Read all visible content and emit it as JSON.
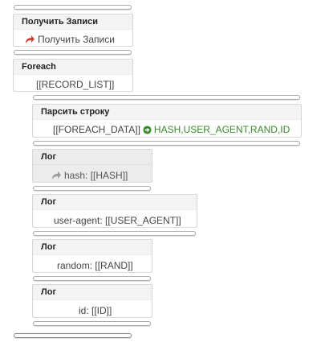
{
  "get_records": {
    "title": "Получить Записи",
    "action_label": "Получить Записи",
    "icon": "redo-arrow-icon",
    "icon_color": "#d0413a"
  },
  "foreach": {
    "title": "Foreach",
    "value": "[[RECORD_LIST]]"
  },
  "parse_string": {
    "title": "Парсить строку",
    "source": "[[FOREACH_DATA]]",
    "target": "HASH,USER_AGENT,RAND,ID",
    "icon": "arrow-circle-right-icon",
    "accent_color": "#3a8a2a"
  },
  "log_hash": {
    "title": "Лог",
    "value": "hash: [[HASH]]",
    "icon": "redo-arrow-icon"
  },
  "log_user_agent": {
    "title": "Лог",
    "value": "user-agent: [[USER_AGENT]]"
  },
  "log_random": {
    "title": "Лог",
    "value": "random: [[RAND]]"
  },
  "log_id": {
    "title": "Лог",
    "value": "id: [[ID]]"
  }
}
